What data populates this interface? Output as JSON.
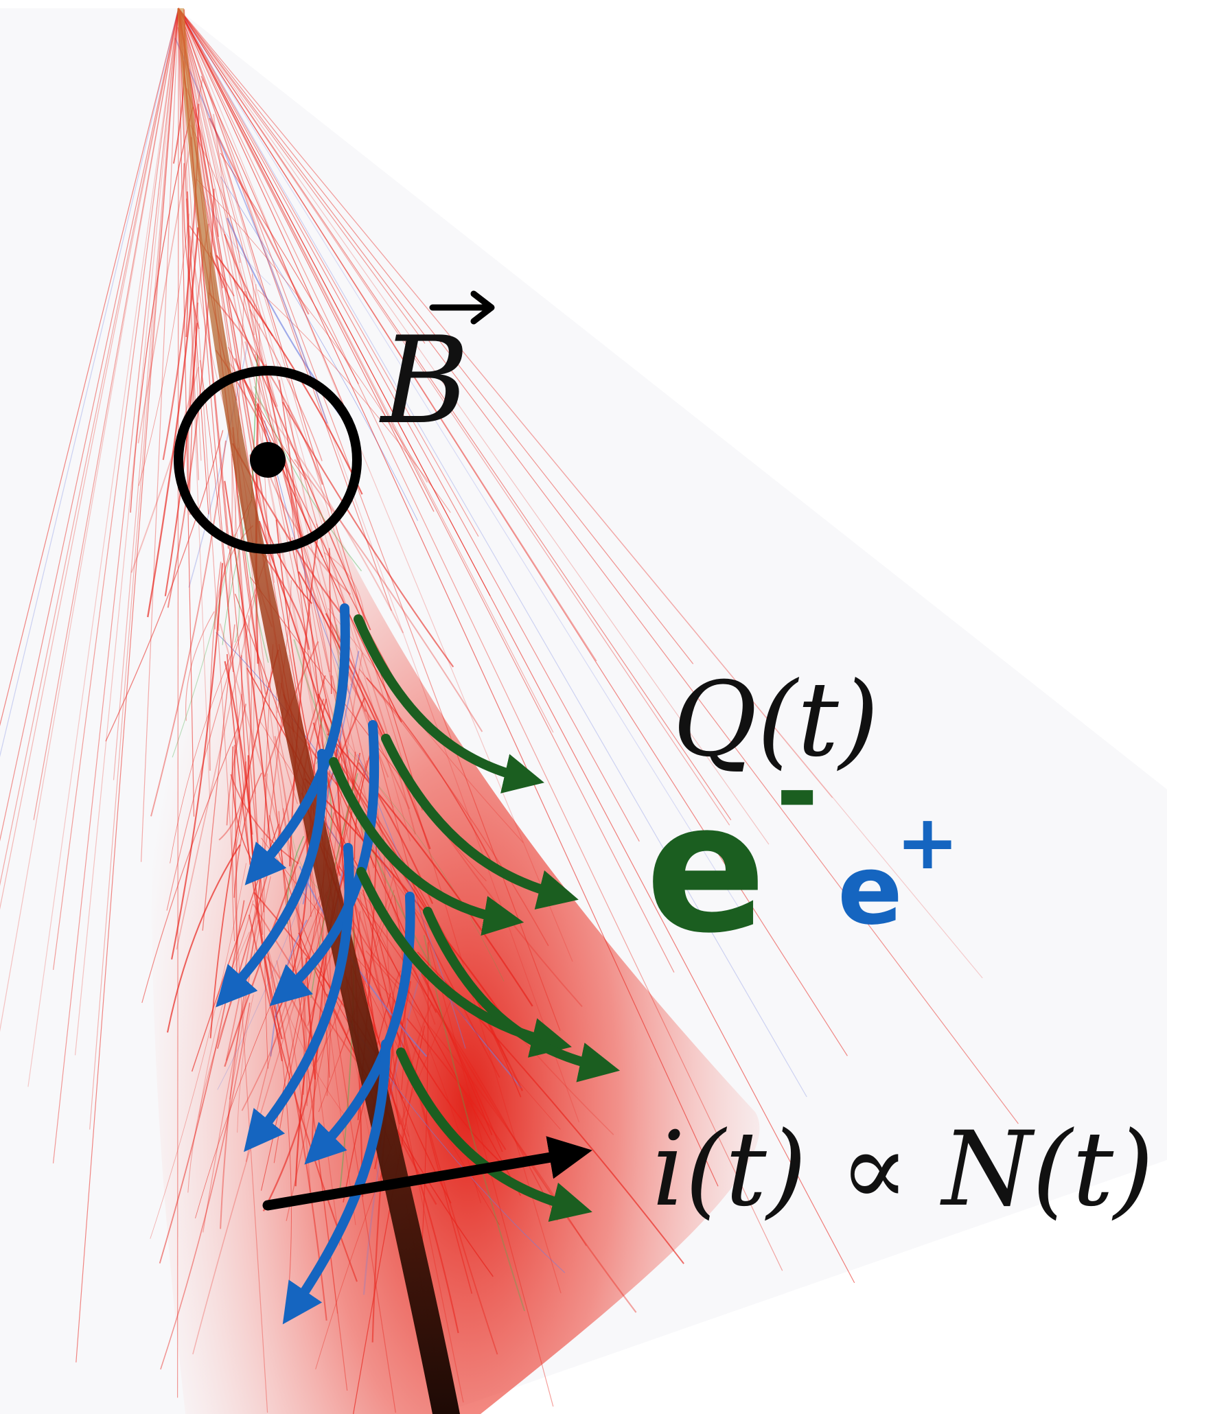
{
  "labels": {
    "b_field": "B",
    "charge": "Q(t)",
    "electron": "e",
    "electron_sign": "-",
    "positron": "e",
    "positron_sign": "+",
    "current": "i(t) ∝ N(t)"
  },
  "colors": {
    "background": "#ffffff",
    "cone": "#f7f7f9",
    "tracks": "#e8221a",
    "core": "#2a0d08",
    "electron": "#1b5e20",
    "positron": "#1565c0",
    "black": "#000000"
  }
}
